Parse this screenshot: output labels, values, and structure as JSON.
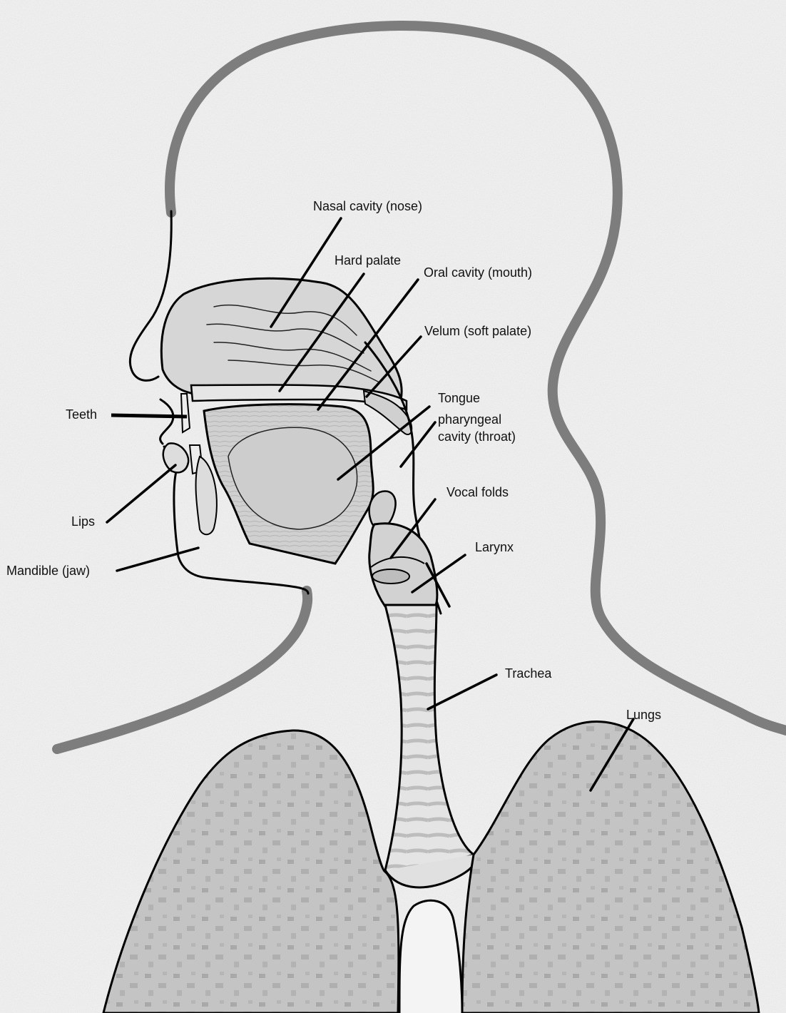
{
  "labels": {
    "nasal_cavity": "Nasal cavity (nose)",
    "hard_palate": "Hard palate",
    "oral_cavity": "Oral cavity (mouth)",
    "velum": "Velum (soft palate)",
    "tongue": "Tongue",
    "pharyngeal_line1": "pharyngeal",
    "pharyngeal_line2": "cavity (throat)",
    "teeth": "Teeth",
    "lips": "Lips",
    "mandible": "Mandible (jaw)",
    "vocal_folds": "Vocal folds",
    "larynx": "Larynx",
    "trachea": "Trachea",
    "lungs": "Lungs"
  },
  "colors": {
    "background": "#f1f1f1",
    "skin_outline": "#7d7d7d",
    "tissue": "#cfcfcf",
    "lung": "#bdbdbd",
    "line": "#000000"
  }
}
